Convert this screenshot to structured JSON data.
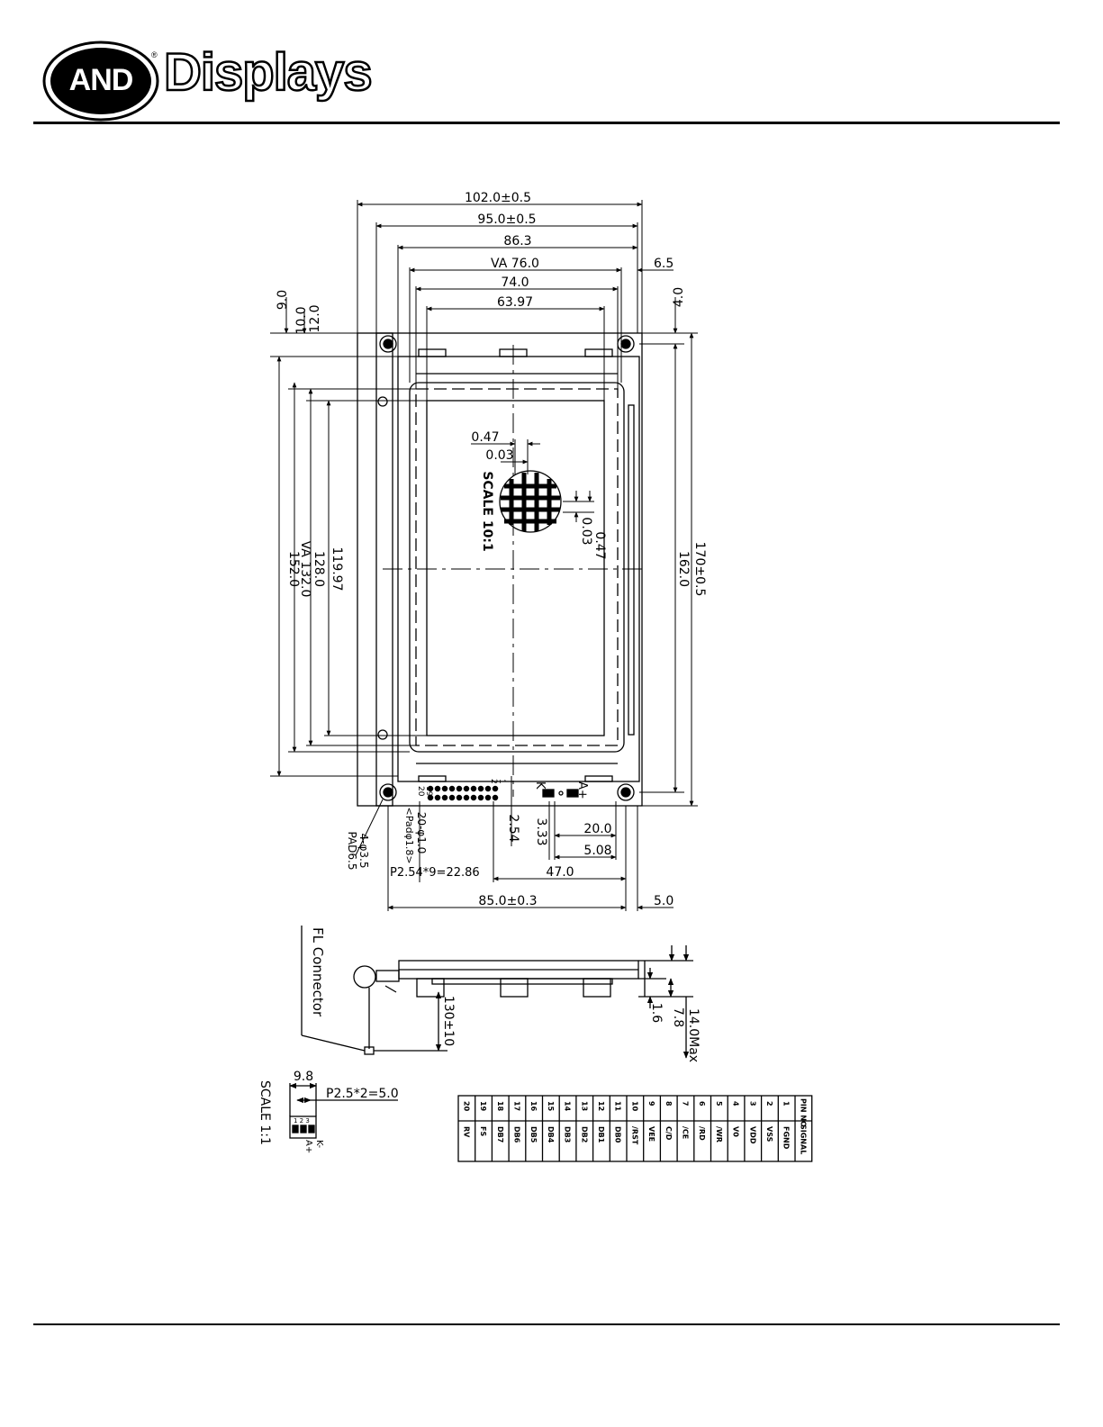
{
  "logo": {
    "mark": "AND",
    "wordmark": "Displays",
    "registered": "®"
  },
  "front_view": {
    "widths": [
      "102.0±0.5",
      "95.0±0.5",
      "86.3",
      "VA 76.0",
      "74.0",
      "63.97"
    ],
    "right_margin": "6.5",
    "top_right_offset": "4.0",
    "left_top_offsets": [
      "9.0",
      "12.0",
      "10.0"
    ],
    "heights_left": [
      "152.0",
      "VA 132.0",
      "128.0",
      "119.97"
    ],
    "heights_right": [
      "162.0",
      "170±0.5"
    ],
    "dot_pitch": [
      "0.47",
      "0.03",
      "0.03",
      "0.47"
    ],
    "scale_label": "SCALE 10:1",
    "bottom_dims": [
      "2.54",
      "3.33",
      "20.0",
      "5.08",
      "47.0",
      "85.0±0.3",
      "5.0"
    ],
    "pitch_label": "P2.54*9=22.86",
    "holes_label": [
      "4-φ3.5",
      "PAD6.5"
    ],
    "pads_label": [
      "20-φ1.0",
      "<Padφ1.8>"
    ],
    "pin_marks": [
      "20",
      "19",
      "2",
      "1"
    ],
    "k_label": "K",
    "a_label": "A+"
  },
  "side_view": {
    "fl_connector": "FL Connector",
    "cable_length": "130±10",
    "thickness": [
      "1.6",
      "7.8",
      "14.0Max"
    ]
  },
  "connector_detail": {
    "scale_label": "SCALE 1:1",
    "width": "9.8",
    "pitch": "P2.5*2=5.0",
    "pin_nums": "1 2 3",
    "k_label": "K-",
    "a_label": "A+"
  },
  "pin_table": {
    "row_headers": [
      "PIN NO",
      "SIGNAL"
    ],
    "pins": [
      "1",
      "2",
      "3",
      "4",
      "5",
      "6",
      "7",
      "8",
      "9",
      "10",
      "11",
      "12",
      "13",
      "14",
      "15",
      "16",
      "17",
      "18",
      "19",
      "20"
    ],
    "signals": [
      "FGND",
      "VSS",
      "VDD",
      "V0",
      "/WR",
      "/RD",
      "/CE",
      "C/D",
      "VEE",
      "/RST",
      "DB0",
      "DB1",
      "DB2",
      "DB3",
      "DB4",
      "DB5",
      "DB6",
      "DB7",
      "FS",
      "RV"
    ]
  }
}
